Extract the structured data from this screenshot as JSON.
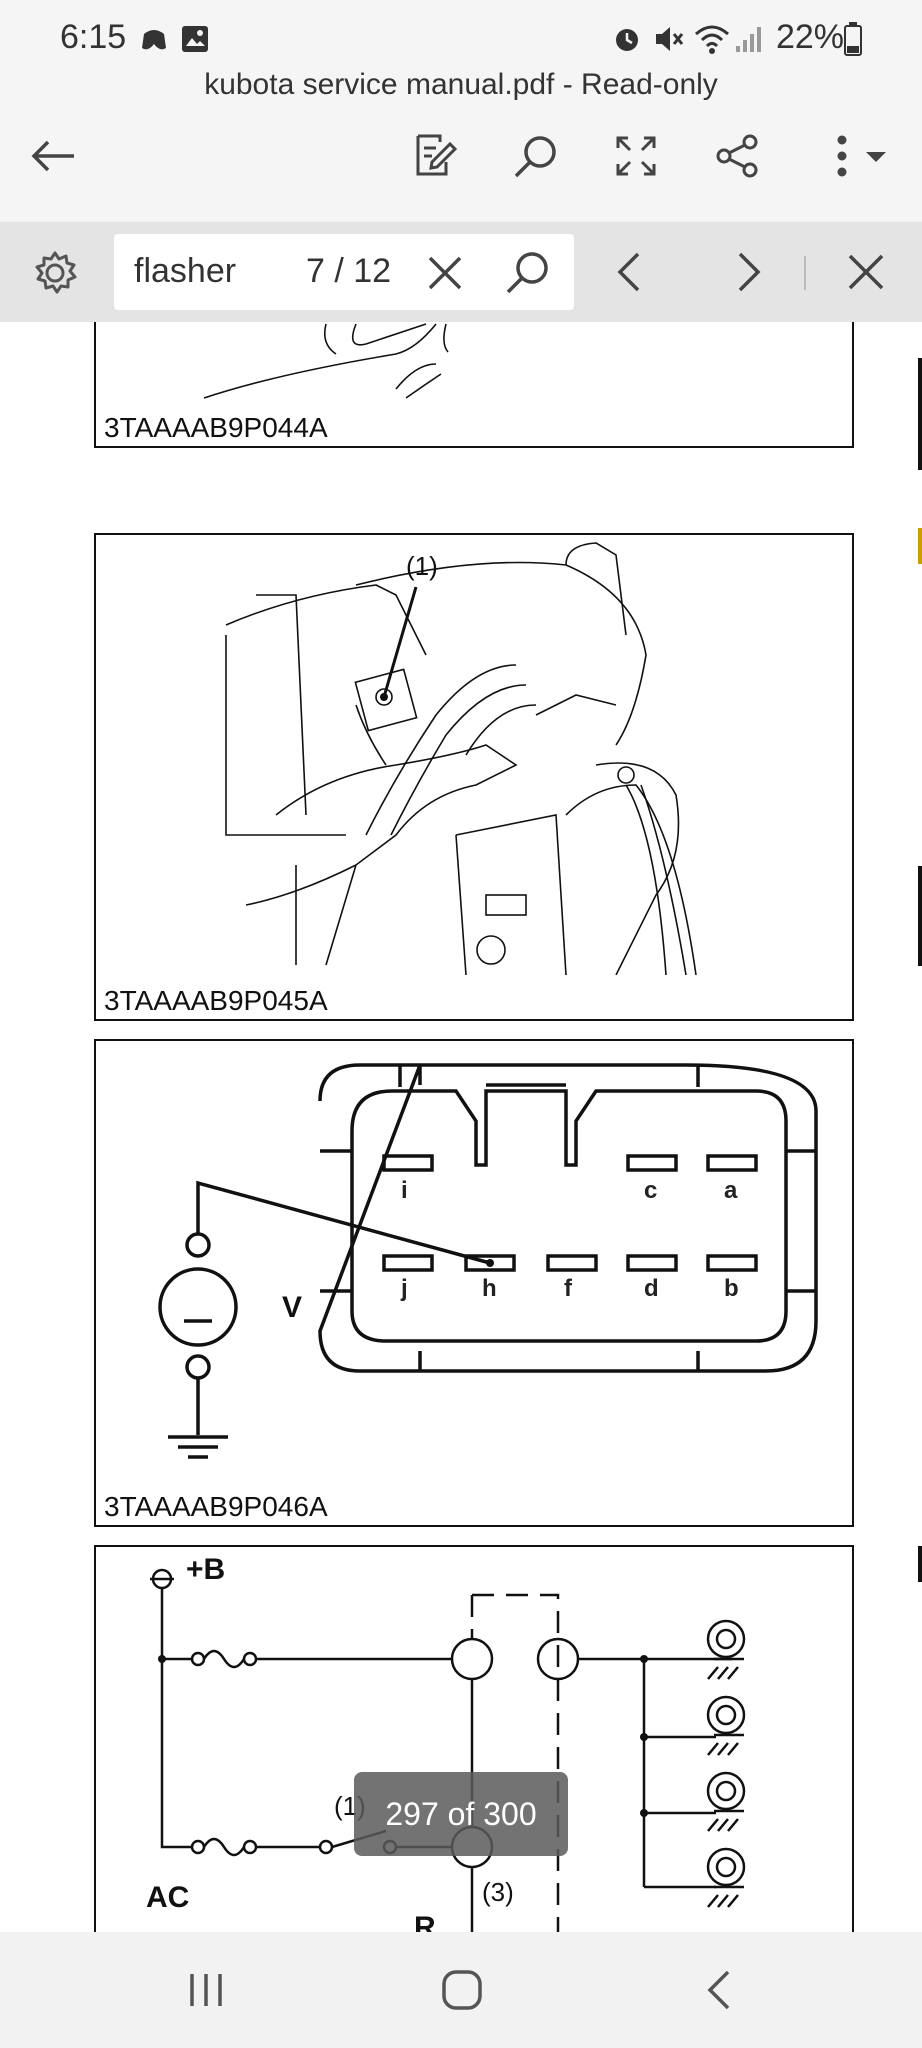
{
  "status_bar": {
    "time": "6:15",
    "battery": "22%",
    "icons": [
      "game-icon",
      "image-icon",
      "alarm-icon",
      "mute-icon",
      "wifi-icon",
      "signal-icon",
      "battery-icon"
    ]
  },
  "app_bar": {
    "title": "kubota service manual.pdf - Read-only",
    "icons": [
      "back-arrow-icon",
      "edit-icon",
      "search-icon",
      "fullscreen-icon",
      "share-icon",
      "more-icon"
    ]
  },
  "search": {
    "query": "flasher",
    "count": "7 / 12"
  },
  "figures": [
    {
      "caption": "3TAAAAB9P044A"
    },
    {
      "caption": "3TAAAAB9P045A",
      "callout": "(1)"
    },
    {
      "caption": "3TAAAAB9P046A",
      "meter_label": "V",
      "pins_top": [
        "i",
        "c",
        "a"
      ],
      "pins_bottom": [
        "j",
        "h",
        "f",
        "d",
        "b"
      ]
    },
    {
      "label_b": "+B",
      "label_ac": "AC",
      "label_r": "R",
      "callout_1": "(1)",
      "callout_3": "(3)"
    }
  ],
  "page_indicator": "297 of 300",
  "nav_bar": {
    "icons": [
      "recents-icon",
      "home-icon",
      "back-icon"
    ]
  },
  "colors": {
    "status_bg": "#f5f5f5",
    "search_bar_bg": "#e4e4e4",
    "accent_edge": "#c8a000"
  }
}
